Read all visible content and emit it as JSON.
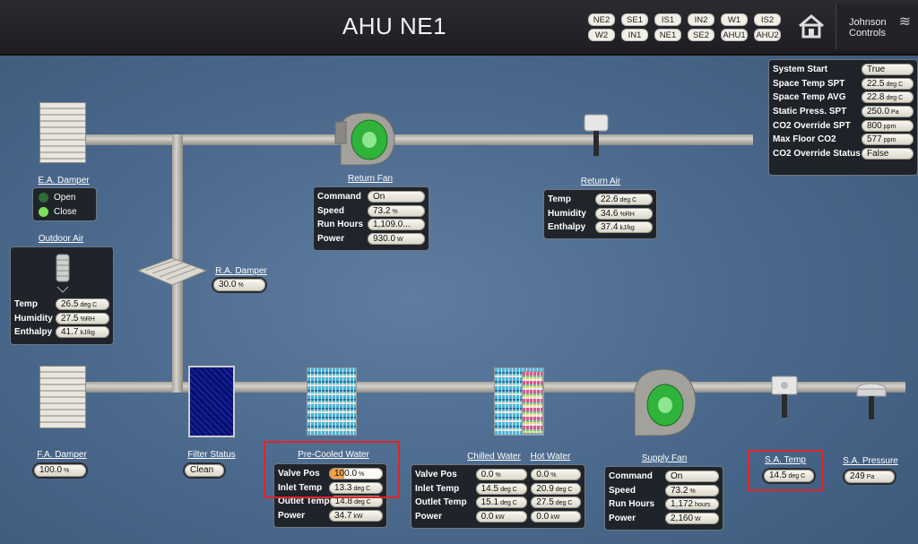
{
  "header": {
    "title": "AHU NE1",
    "nav_top": [
      "NE2",
      "SE1",
      "IS1",
      "IN2",
      "W1",
      "IS2"
    ],
    "nav_bottom": [
      "W2",
      "IN1",
      "NE1",
      "SE2",
      "AHU1",
      "AHU2"
    ],
    "logo_line1": "Johnson",
    "logo_line2": "Controls"
  },
  "summary": {
    "rows": [
      {
        "label": "System Start",
        "value": "True",
        "unit": ""
      },
      {
        "label": "Space Temp SPT",
        "value": "22.5",
        "unit": "deg C"
      },
      {
        "label": "Space Temp AVG",
        "value": "22.8",
        "unit": "deg C"
      },
      {
        "label": "Static Press. SPT",
        "value": "250.0",
        "unit": "Pa"
      },
      {
        "label": "CO2 Override SPT",
        "value": "800",
        "unit": "ppm"
      },
      {
        "label": "Max Floor CO2",
        "value": "577",
        "unit": "ppm"
      },
      {
        "label": "CO2 Override Status",
        "value": "False",
        "unit": ""
      }
    ]
  },
  "ea_damper": {
    "title": "E.A. Damper",
    "open_label": "Open",
    "close_label": "Close",
    "open_color": "#2f6b3a",
    "close_color": "#7de05a"
  },
  "outdoor_air": {
    "title": "Outdoor Air",
    "rows": [
      {
        "label": "Temp",
        "value": "26.5",
        "unit": "deg C"
      },
      {
        "label": "Humidity",
        "value": "27.5",
        "unit": "%RH"
      },
      {
        "label": "Enthalpy",
        "value": "41.7",
        "unit": "kJ/kg"
      }
    ]
  },
  "ra_damper": {
    "title": "R.A. Damper",
    "value": "30.0",
    "unit": "%"
  },
  "return_fan": {
    "title": "Return Fan",
    "rows": [
      {
        "label": "Command",
        "value": "On",
        "unit": ""
      },
      {
        "label": "Speed",
        "value": "73.2",
        "unit": "%"
      },
      {
        "label": "Run Hours",
        "value": "1,109.0...",
        "unit": ""
      },
      {
        "label": "Power",
        "value": "930.0",
        "unit": "W"
      }
    ]
  },
  "return_air": {
    "title": "Return Air",
    "rows": [
      {
        "label": "Temp",
        "value": "22.6",
        "unit": "deg C"
      },
      {
        "label": "Humidity",
        "value": "34.6",
        "unit": "%RH"
      },
      {
        "label": "Enthalpy",
        "value": "37.4",
        "unit": "kJ/kg"
      }
    ]
  },
  "fa_damper": {
    "title": "F.A. Damper",
    "value": "100.0",
    "unit": "%"
  },
  "filter_status": {
    "title": "Filter Status",
    "value": "Clean"
  },
  "pre_cooled_water": {
    "title": "Pre-Cooled Water",
    "valve_fraction": 1.0,
    "rows": [
      {
        "label": "Valve Pos",
        "value": "100.0",
        "unit": "%"
      },
      {
        "label": "Inlet Temp",
        "value": "13.3",
        "unit": "deg C"
      },
      {
        "label": "Outlet Temp",
        "value": "14.8",
        "unit": "deg C"
      },
      {
        "label": "Power",
        "value": "34.7",
        "unit": "kW"
      }
    ]
  },
  "chilled_hot_water": {
    "chilled_title": "Chilled Water",
    "hot_title": "Hot Water",
    "rows": [
      {
        "label": "Valve Pos",
        "chilled": "0.0",
        "chilled_unit": "%",
        "hot": "0.0",
        "hot_unit": "%"
      },
      {
        "label": "Inlet Temp",
        "chilled": "14.5",
        "chilled_unit": "deg C",
        "hot": "20.9",
        "hot_unit": "deg C"
      },
      {
        "label": "Outlet Temp",
        "chilled": "15.1",
        "chilled_unit": "deg C",
        "hot": "27.5",
        "hot_unit": "deg C"
      },
      {
        "label": "Power",
        "chilled": "0.0",
        "chilled_unit": "kW",
        "hot": "0.0",
        "hot_unit": "kW"
      }
    ]
  },
  "supply_fan": {
    "title": "Supply Fan",
    "rows": [
      {
        "label": "Command",
        "value": "On",
        "unit": ""
      },
      {
        "label": "Speed",
        "value": "73.2",
        "unit": "%"
      },
      {
        "label": "Run Hours",
        "value": "1,172",
        "unit": "hours"
      },
      {
        "label": "Power",
        "value": "2,160",
        "unit": "W"
      }
    ]
  },
  "sa_temp": {
    "title": "S.A. Temp",
    "value": "14.5",
    "unit": "deg C"
  },
  "sa_pressure": {
    "title": "S.A. Pressure",
    "value": "249",
    "unit": "Pa"
  },
  "colors": {
    "highlight": "#e0242b",
    "fan_green": "#2fb33a",
    "valve_fill": "#f0a241"
  }
}
